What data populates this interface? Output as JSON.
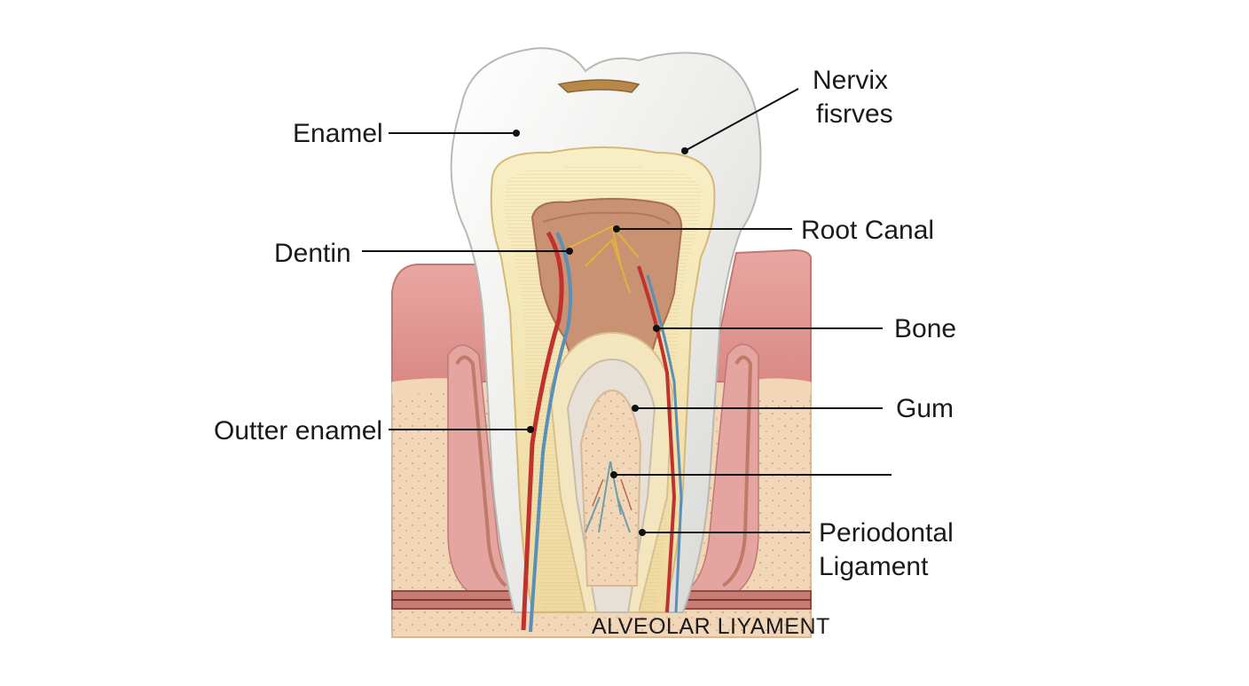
{
  "labels": {
    "enamel": "Enamel",
    "nervix_line1": "Nervix",
    "nervix_line2": "fisrves",
    "root_canal": "Root Canal",
    "dentin": "Dentin",
    "bone": "Bone",
    "gum": "Gum",
    "outter_enamel": "Outter enamel",
    "periodontal_line1": "Periodontal",
    "periodontal_line2": "Ligament",
    "alveolar": "ALVEOLAR LIYAMENT"
  },
  "colors": {
    "enamel": "#f2f2f0",
    "dentin": "#f3e2a6",
    "pulp": "#c98c6a",
    "gum": "#e39a95",
    "bone": "#f0d3b3",
    "artery": "#c0322e",
    "vein": "#5a8fb8",
    "nerve": "#e3b23c"
  }
}
